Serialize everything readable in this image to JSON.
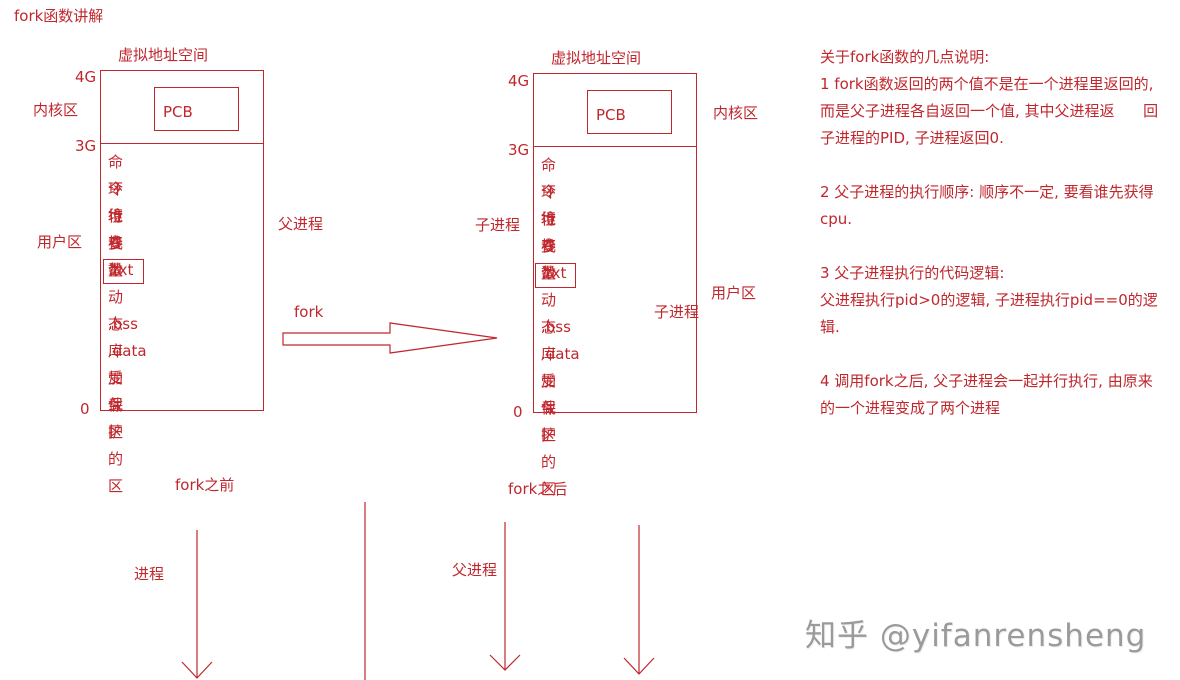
{
  "title": "fork函数讲解",
  "left_space": {
    "header": "虚拟地址空间",
    "addr_4g": "4G",
    "addr_3g": "3G",
    "addr_0": "0",
    "kernel_label": "内核区",
    "user_label": "用户区",
    "pcb": "PCB",
    "process_label": "父进程",
    "segments": [
      "命令行参数",
      "环境变量",
      "堆",
      "栈",
      ".txt",
      "动态库加载区",
      ".bss",
      ".data",
      "受保护的区"
    ]
  },
  "fork_arrow_label": "fork",
  "right_space": {
    "header": "虚拟地址空间",
    "addr_4g": "4G",
    "addr_3g": "3G",
    "addr_0": "0",
    "kernel_label": "内核区",
    "user_label": "用户区",
    "pcb": "PCB",
    "process_label_left": "子进程",
    "process_label_right": "子进程",
    "segments": [
      "命令行参数",
      "环境变量",
      "堆",
      "栈",
      ".txt",
      "动态库加载区",
      ".bss",
      ".data",
      "受保护的区"
    ]
  },
  "notes": {
    "heading": "关于fork函数的几点说明:",
    "p1_lines": [
      "1 fork函数返回的两个值不是在一个进程里返回的,",
      "而是父子进程各自返回一个值, 其中父进程返      回",
      "子进程的PID, 子进程返回0."
    ],
    "p2_lines": [
      "2 父子进程的执行顺序: 顺序不一定, 要看谁先获得",
      "cpu."
    ],
    "p3_lines": [
      "3 父子进程执行的代码逻辑:",
      "父进程执行pid>0的逻辑, 子进程执行pid==0的逻",
      "辑."
    ],
    "p4_lines": [
      "4 调用fork之后, 父子进程会一起并行执行, 由原来",
      "的一个进程变成了两个进程"
    ]
  },
  "timeline": {
    "before_label": "fork之前",
    "before_process": "进程",
    "after_label": "fork之后",
    "after_process": "父进程"
  },
  "watermark": "知乎 @yifanrensheng",
  "colors": {
    "ink": "#c0272d",
    "watermark": "#9a9a9a"
  }
}
